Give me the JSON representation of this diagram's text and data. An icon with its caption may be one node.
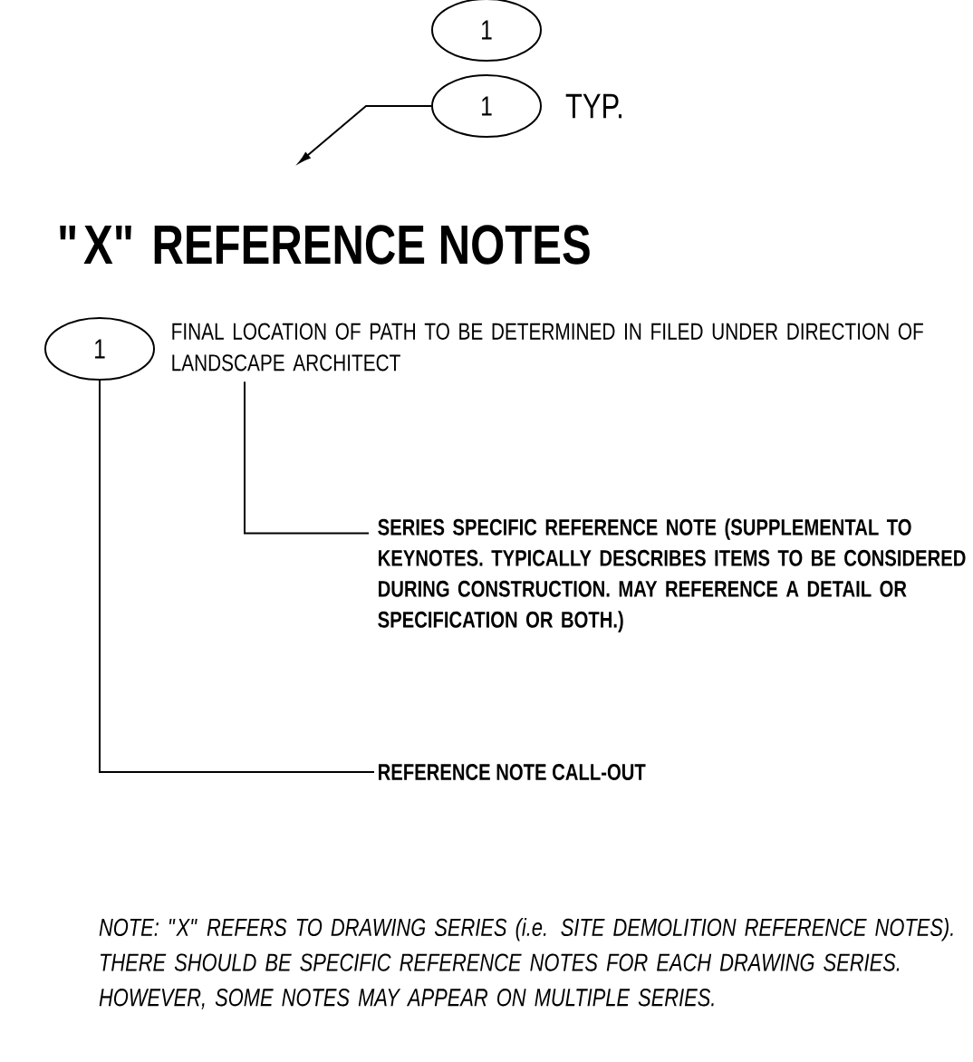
{
  "diagram": {
    "title": "\"X\" REFERENCE NOTES",
    "nodes": [
      {
        "text": [
          "1"
        ]
      },
      {
        "text": [
          "1"
        ],
        "beside": [
          "TYP."
        ]
      },
      {
        "text": [
          "1"
        ]
      },
      {
        "text": [
          "FINAL LOCATION OF PATH TO BE DETERMINED IN FILED UNDER DIRECTION OF LANDSCAPE ARCHITECT"
        ]
      },
      {
        "text": [
          "SERIES SPECIFIC REFERENCE NOTE (SUPPLEMENTAL TO KEYNOTES. TYPICALLY DESCRIBES ITEMS TO BE CONSIDERED DURING CONSTRUCTION. MAY REFERENCE A DETAIL OR SPECIFICATION OR BOTH.)"
        ]
      },
      {
        "text": [
          "REFERENCE NOTE CALL-OUT"
        ]
      }
    ],
    "edges": [
      {
        "from": 1,
        "to": null,
        "arrow": "to"
      },
      {
        "from": 4,
        "to": 3,
        "arrow": "none"
      },
      {
        "from": 5,
        "to": 2,
        "arrow": "none"
      }
    ],
    "labels": [
      "NOTE: \"X\" REFERS TO DRAWING SERIES (i.e. SITE DEMOLITION REFERENCE NOTES). THERE SHOULD BE SPECIFIC REFERENCE NOTES FOR EACH DRAWING SERIES. HOWEVER, SOME NOTES MAY APPEAR ON MULTIPLE SERIES."
    ]
  }
}
